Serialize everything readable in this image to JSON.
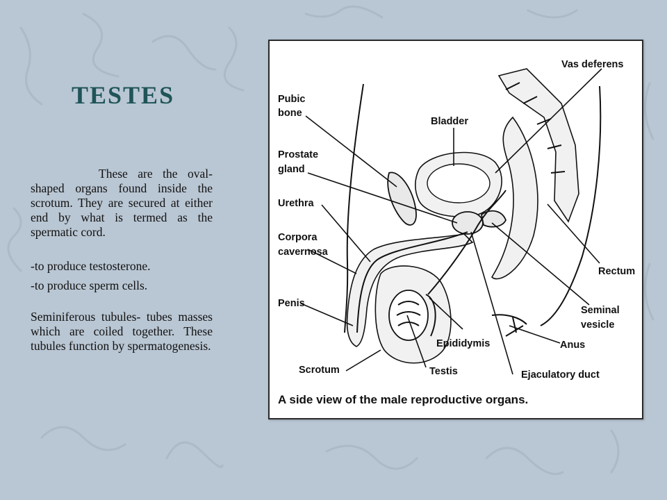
{
  "slide": {
    "title": "TESTES",
    "paragraphs": [
      "These are the oval-shaped organs found inside the scrotum. They are secured at either end by what is termed as the spermatic cord.",
      "-to produce testosterone.",
      "-to produce sperm cells.",
      "Seminiferous tubules- tubes masses which are coiled together. These tubules function by spermatogenesis."
    ]
  },
  "diagram": {
    "caption": "A side view of the male reproductive organs.",
    "labels": {
      "vas_deferens": "Vas deferens",
      "pubic_bone_1": "Pubic",
      "pubic_bone_2": "bone",
      "bladder": "Bladder",
      "prostate_1": "Prostate",
      "prostate_2": "gland",
      "urethra": "Urethra",
      "corpora_1": "Corpora",
      "corpora_2": "cavernosa",
      "rectum": "Rectum",
      "seminal_1": "Seminal",
      "seminal_2": "vesicle",
      "penis": "Penis",
      "epididymis": "Epididymis",
      "anus": "Anus",
      "scrotum": "Scrotum",
      "testis": "Testis",
      "ejaculatory_duct": "Ejaculatory duct"
    }
  },
  "colors": {
    "background": "#b9c6d3",
    "title": "#1f5458",
    "text": "#111111"
  }
}
